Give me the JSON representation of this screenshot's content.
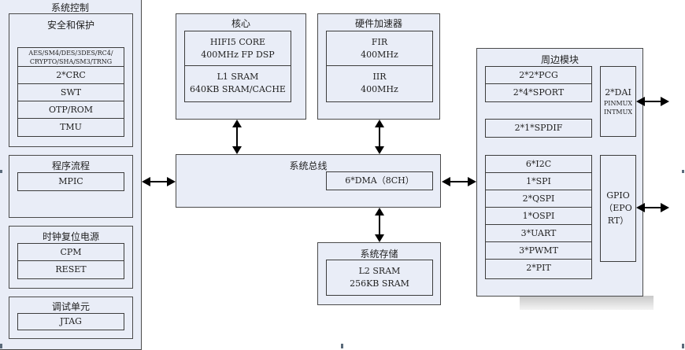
{
  "system_control": {
    "title": "系统控制",
    "security": {
      "title": "安全和保护",
      "items": [
        "AES/SM4/DES/3DES/RC4/\nCRYPTO/SHA/SM3/TRNG",
        "2*CRC",
        "SWT",
        "OTP/ROM",
        "TMU"
      ]
    },
    "program_flow": {
      "title": "程序流程",
      "items": [
        "MPIC"
      ]
    },
    "clock_reset_power": {
      "title": "时钟复位电源",
      "items": [
        "CPM",
        "RESET"
      ]
    },
    "debug_unit": {
      "title": "调试单元",
      "items": [
        "JTAG"
      ]
    }
  },
  "core": {
    "title": "核心",
    "items": [
      "HIFI5 CORE\n400MHz FP DSP",
      "L1 SRAM\n640KB SRAM/CACHE"
    ]
  },
  "hw_accelerator": {
    "title": "硬件加速器",
    "items": [
      "FIR\n400MHz",
      "IIR\n400MHz"
    ]
  },
  "system_bus": {
    "title": "系统总线",
    "dma": "6*DMA（8CH）"
  },
  "system_storage": {
    "title": "系统存储",
    "items": [
      "L2 SRAM\n256KB SRAM"
    ]
  },
  "peripherals": {
    "title": "周边模块",
    "group1": [
      "2*2*PCG",
      "2*4*SPORT"
    ],
    "spdif": "2*1*SPDIF",
    "group2": [
      "6*I2C",
      "1*SPI",
      "2*QSPI",
      "1*OSPI",
      "3*UART",
      "3*PWMT",
      "2*PIT"
    ],
    "dai": {
      "title": "2*DAI",
      "sub1": "PINMUX",
      "sub2": "INTMUX"
    },
    "gpio": {
      "title": "GPIO",
      "sub": "（EPO\nRT）"
    }
  }
}
